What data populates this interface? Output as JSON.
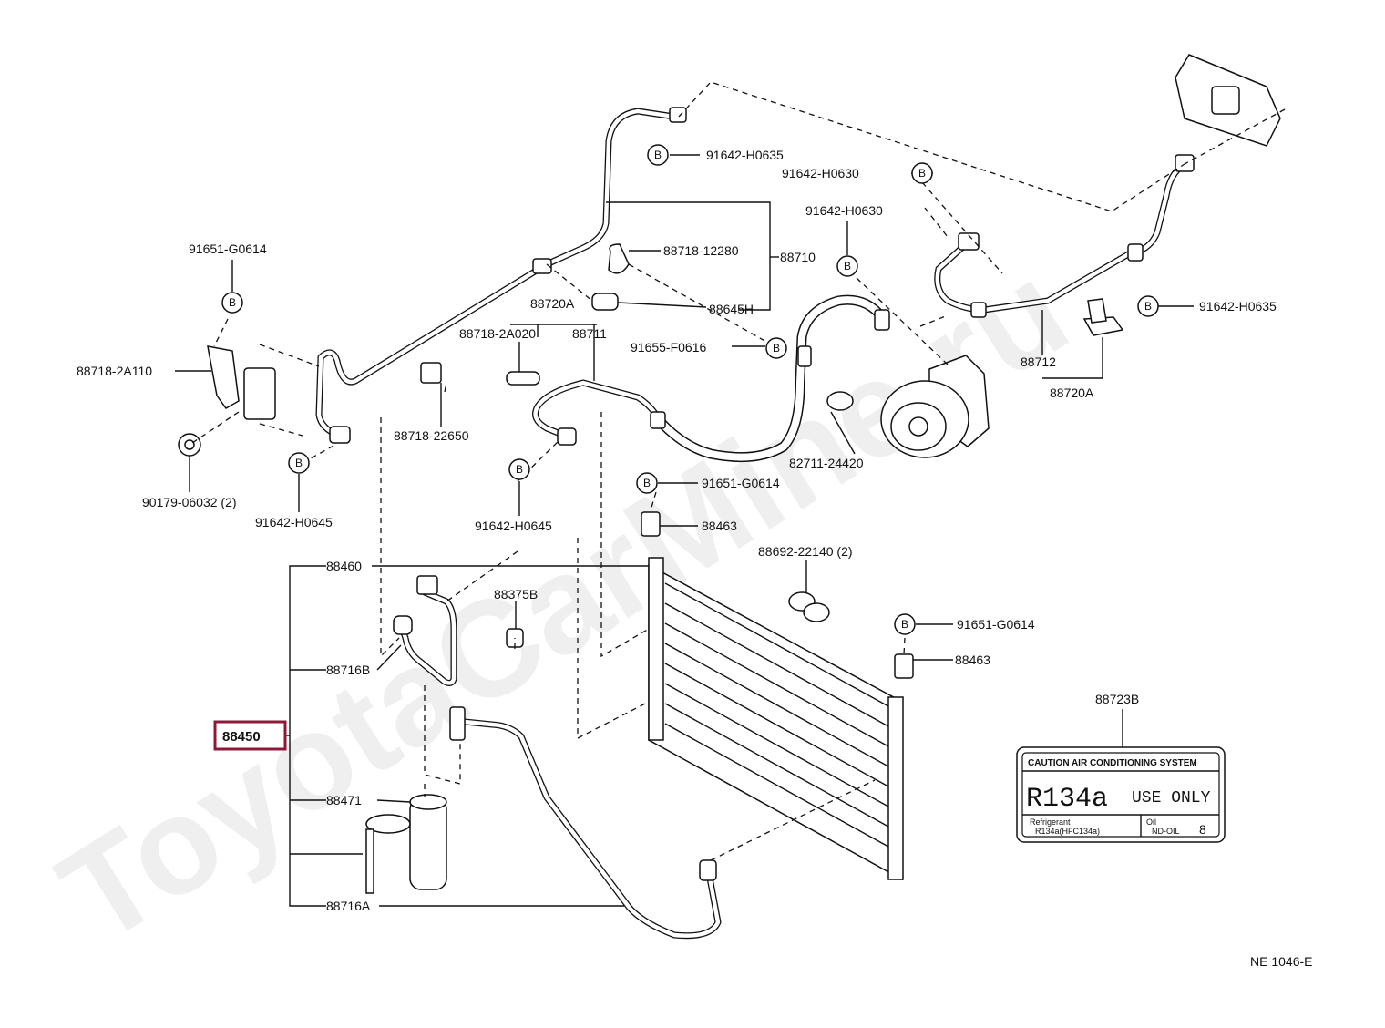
{
  "watermark": "ToyotaCarMine.ru",
  "diagram_code": "NE 1046-E",
  "highlighted_part": "88450",
  "bolt_marker": "B",
  "labels": {
    "p91651_G0614_a": "91651-G0614",
    "p88718_2A110": "88718-2A110",
    "p90179_06032": "90179-06032 (2)",
    "p91642_H0645_a": "91642-H0645",
    "p88718_22650": "88718-22650",
    "p91642_H0645_b": "91642-H0645",
    "p88718_2A020": "88718-2A020",
    "p88720A_top": "88720A",
    "p88711": "88711",
    "p91642_H0635_a": "91642-H0635",
    "p88718_12280": "88718-12280",
    "p88710": "88710",
    "p88645H": "88645H",
    "p91655_F0616": "91655-F0616",
    "p91642_H0630_a": "91642-H0630",
    "p91642_H0630_b": "91642-H0630",
    "p91642_H0635_b": "91642-H0635",
    "p88712": "88712",
    "p88720A_right": "88720A",
    "p82711_24420": "82711-24420",
    "p91651_G0614_b": "91651-G0614",
    "p88463_a": "88463",
    "p88692_22140": "88692-22140 (2)",
    "p91651_G0614_c": "91651-G0614",
    "p88463_b": "88463",
    "p88460": "88460",
    "p88375B": "88375B",
    "p88716B": "88716B",
    "p88471": "88471",
    "p88716A": "88716A",
    "p88723B": "88723B"
  },
  "caution_label": {
    "header": "CAUTION  AIR CONDITIONING SYSTEM",
    "refrigerant": "R134a",
    "use_only": "USE ONLY",
    "refrigerant_caption": "Refrigerant",
    "refrigerant_type": "R134a(HFC134a)",
    "oil_caption": "Oil",
    "oil_type": "ND-OIL",
    "oil_grade": "8"
  }
}
